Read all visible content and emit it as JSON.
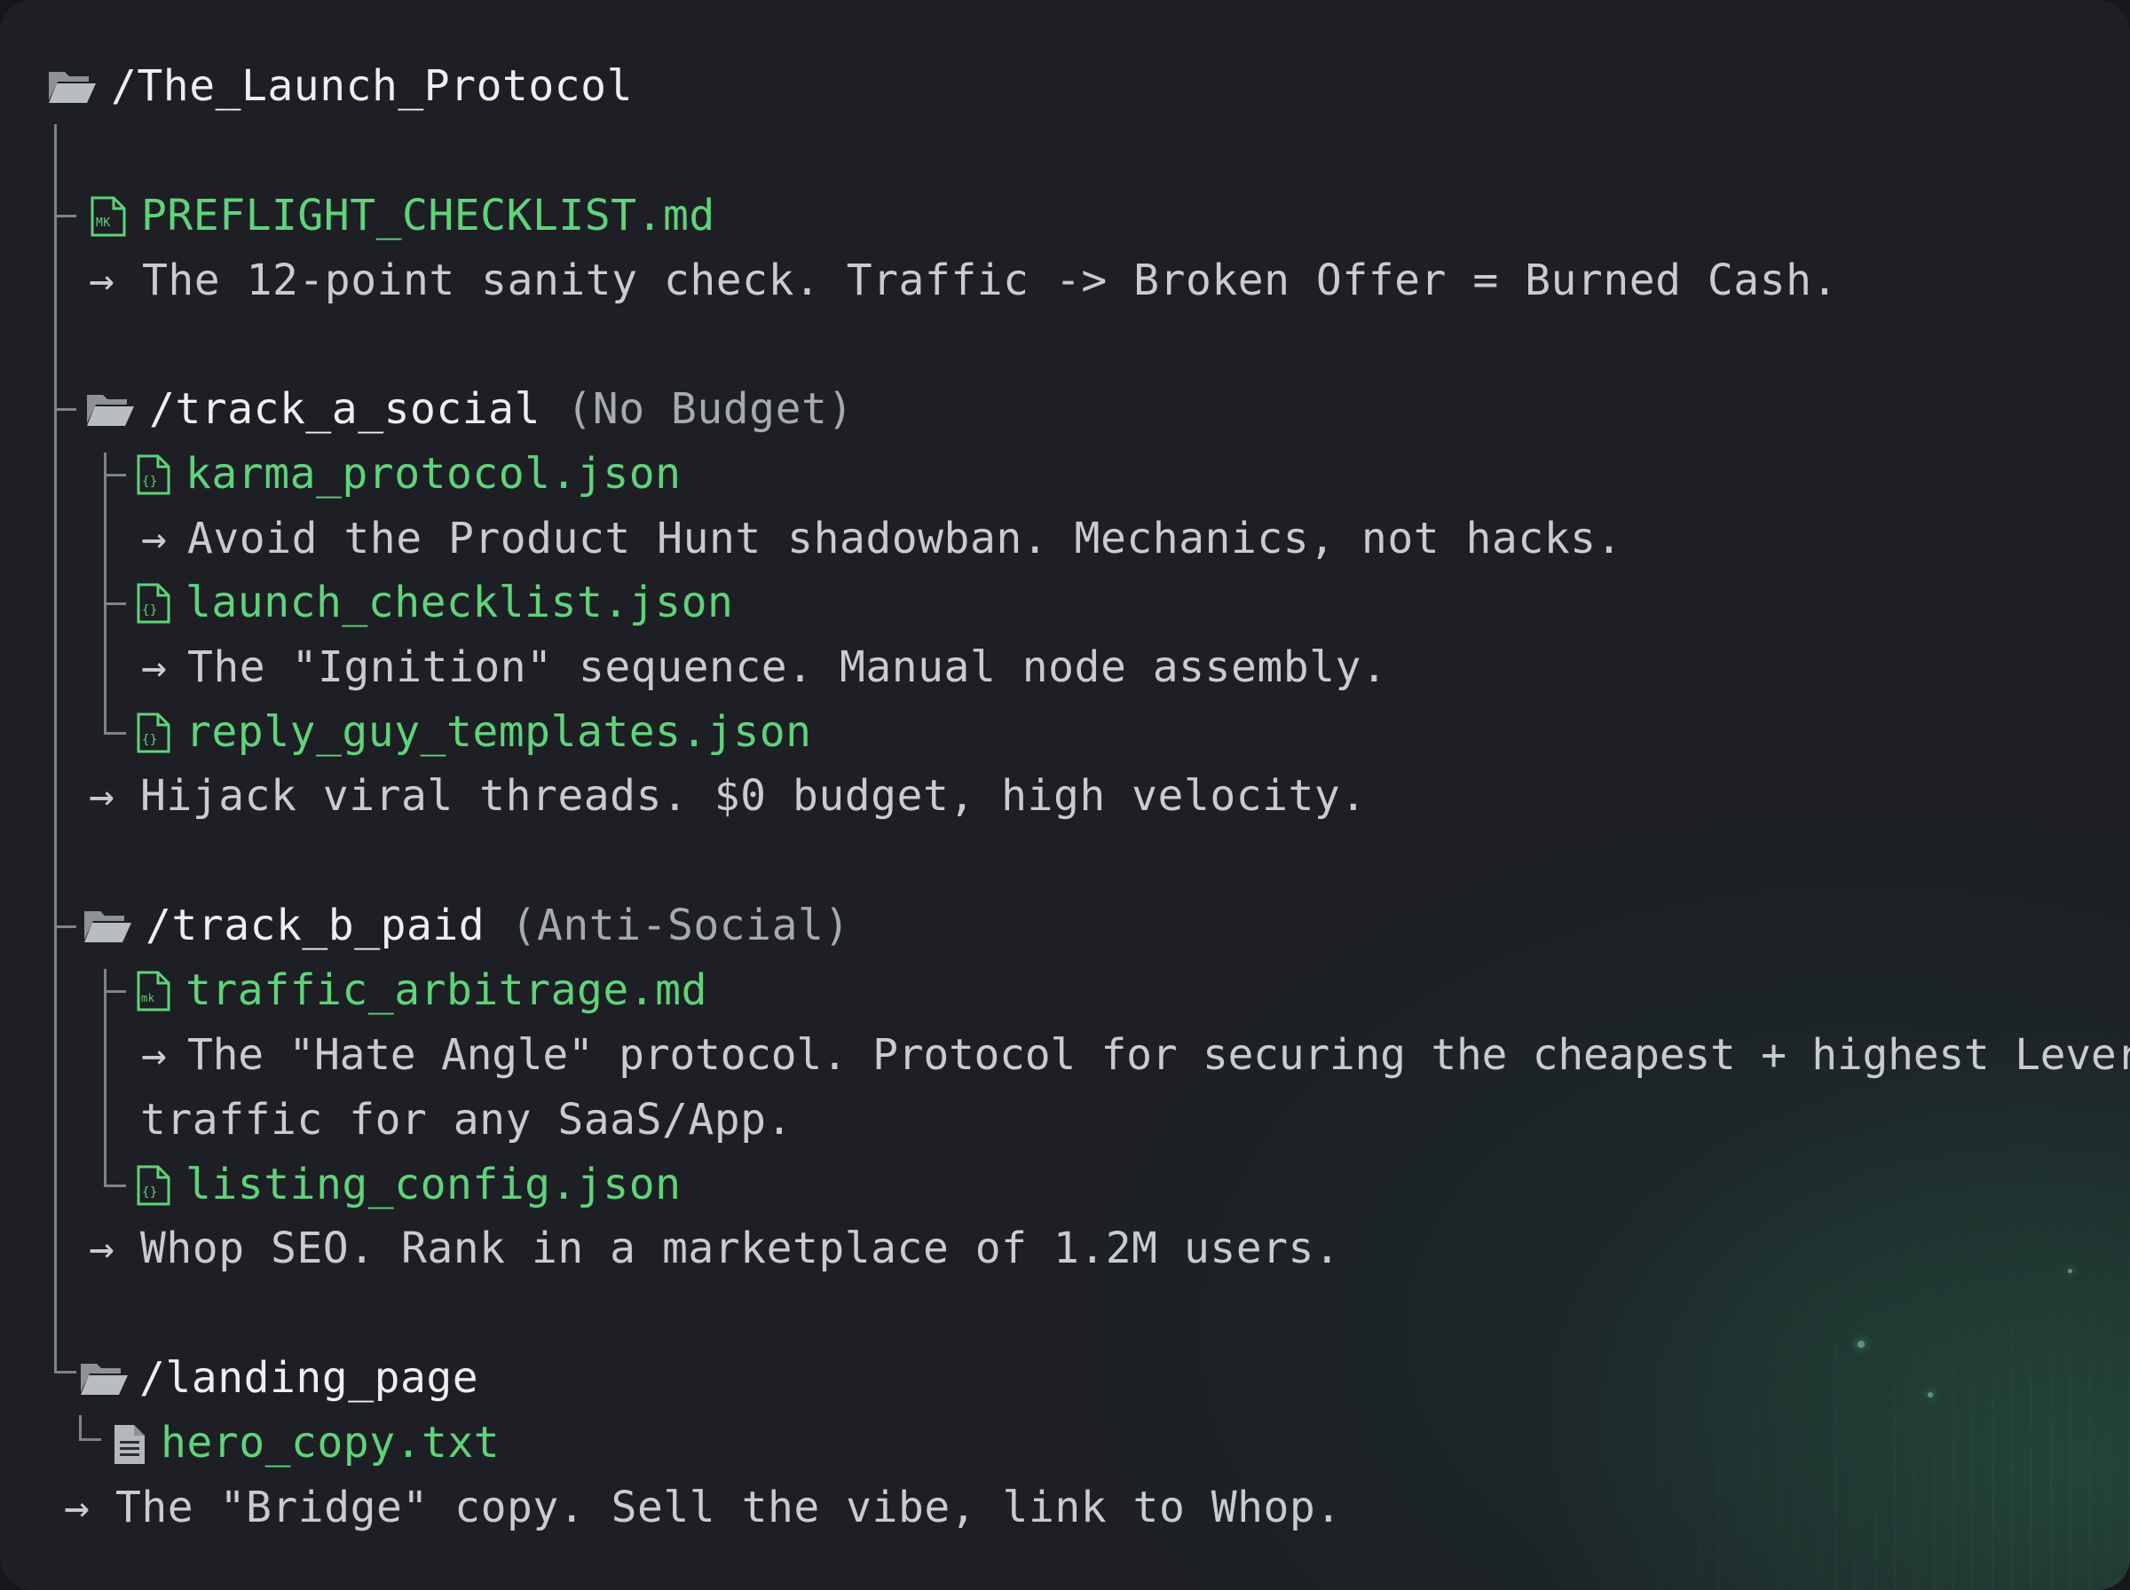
{
  "tree": {
    "root": "/The_Launch_Protocol",
    "preflight": {
      "file": "PREFLIGHT_CHECKLIST.md",
      "desc": "The 12-point sanity check. Traffic -> Broken Offer = Burned Cash."
    },
    "track_a": {
      "folder": "/track_a_social",
      "note": "(No Budget)",
      "karma_file": "karma_protocol.json",
      "karma_desc": "Avoid the Product Hunt shadowban. Mechanics, not hacks.",
      "launch_file": "launch_checklist.json",
      "launch_desc": "The \"Ignition\" sequence. Manual node assembly.",
      "reply_file": "reply_guy_templates.json",
      "reply_desc": "Hijack viral threads. $0 budget, high velocity."
    },
    "track_b": {
      "folder": "/track_b_paid",
      "note": "(Anti-Social)",
      "traffic_file": "traffic_arbitrage.md",
      "traffic_desc_1": "The \"Hate Angle\" protocol. Protocol for securing the cheapest + highest Leverage",
      "traffic_desc_2": "traffic for any SaaS/App.",
      "listing_file": "listing_config.json",
      "listing_desc": "Whop SEO. Rank in a marketplace of 1.2M users."
    },
    "landing": {
      "folder": "/landing_page",
      "hero_file": "hero_copy.txt",
      "hero_desc": "The \"Bridge\" copy. Sell the vibe, link to Whop."
    },
    "arrow_glyph": "→",
    "icons": {
      "folder": "folder-open-icon",
      "markdown": "markdown-file-icon",
      "json": "json-file-icon",
      "text": "text-file-icon"
    },
    "colors": {
      "background": "#1d1f24",
      "file_green": "#5fd37a",
      "text": "#c9cbcd",
      "folder_text": "#eceef0",
      "guide": "#7f8388"
    }
  }
}
